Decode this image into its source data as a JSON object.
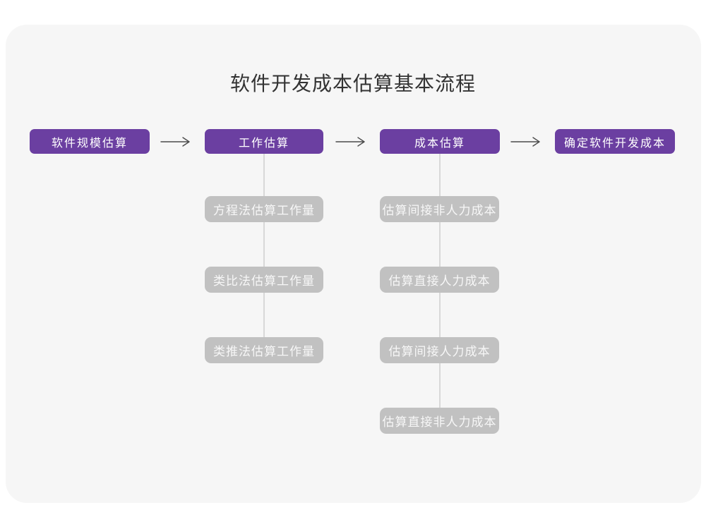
{
  "title": "软件开发成本估算基本流程",
  "colors": {
    "primary": "#6b3fa1",
    "sub_box": "#c1c1c1",
    "connector": "#d8d8d8",
    "arrow": "#4a4a4a",
    "card_background": "#f6f6f6"
  },
  "flow": {
    "steps": [
      {
        "label": "软件规模估算"
      },
      {
        "label": "工作估算"
      },
      {
        "label": "成本估算"
      },
      {
        "label": "确定软件开发成本"
      }
    ]
  },
  "work_estimation_methods": {
    "items": [
      {
        "label": "方程法估算工作量"
      },
      {
        "label": "类比法估算工作量"
      },
      {
        "label": "类推法估算工作量"
      }
    ]
  },
  "cost_estimation_methods": {
    "items": [
      {
        "label": "估算间接非人力成本"
      },
      {
        "label": "估算直接人力成本"
      },
      {
        "label": "估算间接人力成本"
      },
      {
        "label": "估算直接非人力成本"
      }
    ]
  }
}
